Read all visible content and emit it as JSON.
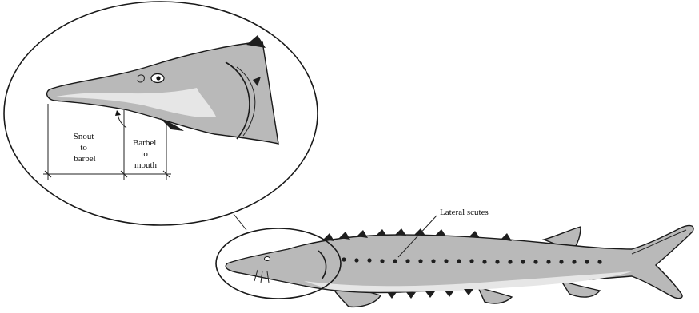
{
  "labels": {
    "snout_to_barbel": [
      "Snout",
      "to",
      "barbel"
    ],
    "barbel_to_mouth": [
      "Barbel",
      "to",
      "mouth"
    ],
    "lateral_scutes": "Lateral scutes"
  },
  "colors": {
    "body": "#b9b9b9",
    "belly": "#e6e6e6",
    "outline": "#1a1a1a"
  }
}
